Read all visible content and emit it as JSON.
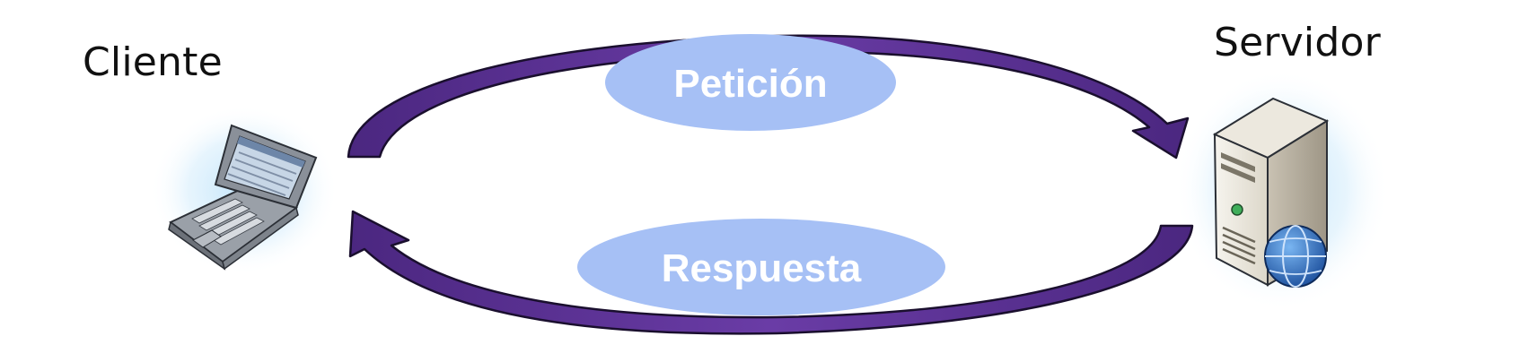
{
  "diagram": {
    "client": {
      "label": "Cliente",
      "icon": "laptop-icon"
    },
    "server": {
      "label": "Servidor",
      "icon": "server-icon"
    },
    "request": {
      "label": "Petición"
    },
    "response": {
      "label": "Respuesta"
    },
    "colors": {
      "arrow": "#5a2f8f",
      "arrow_outline": "#1a0f2e",
      "bubble": "#a6c0f5",
      "glow": "#bfe3fb"
    }
  }
}
